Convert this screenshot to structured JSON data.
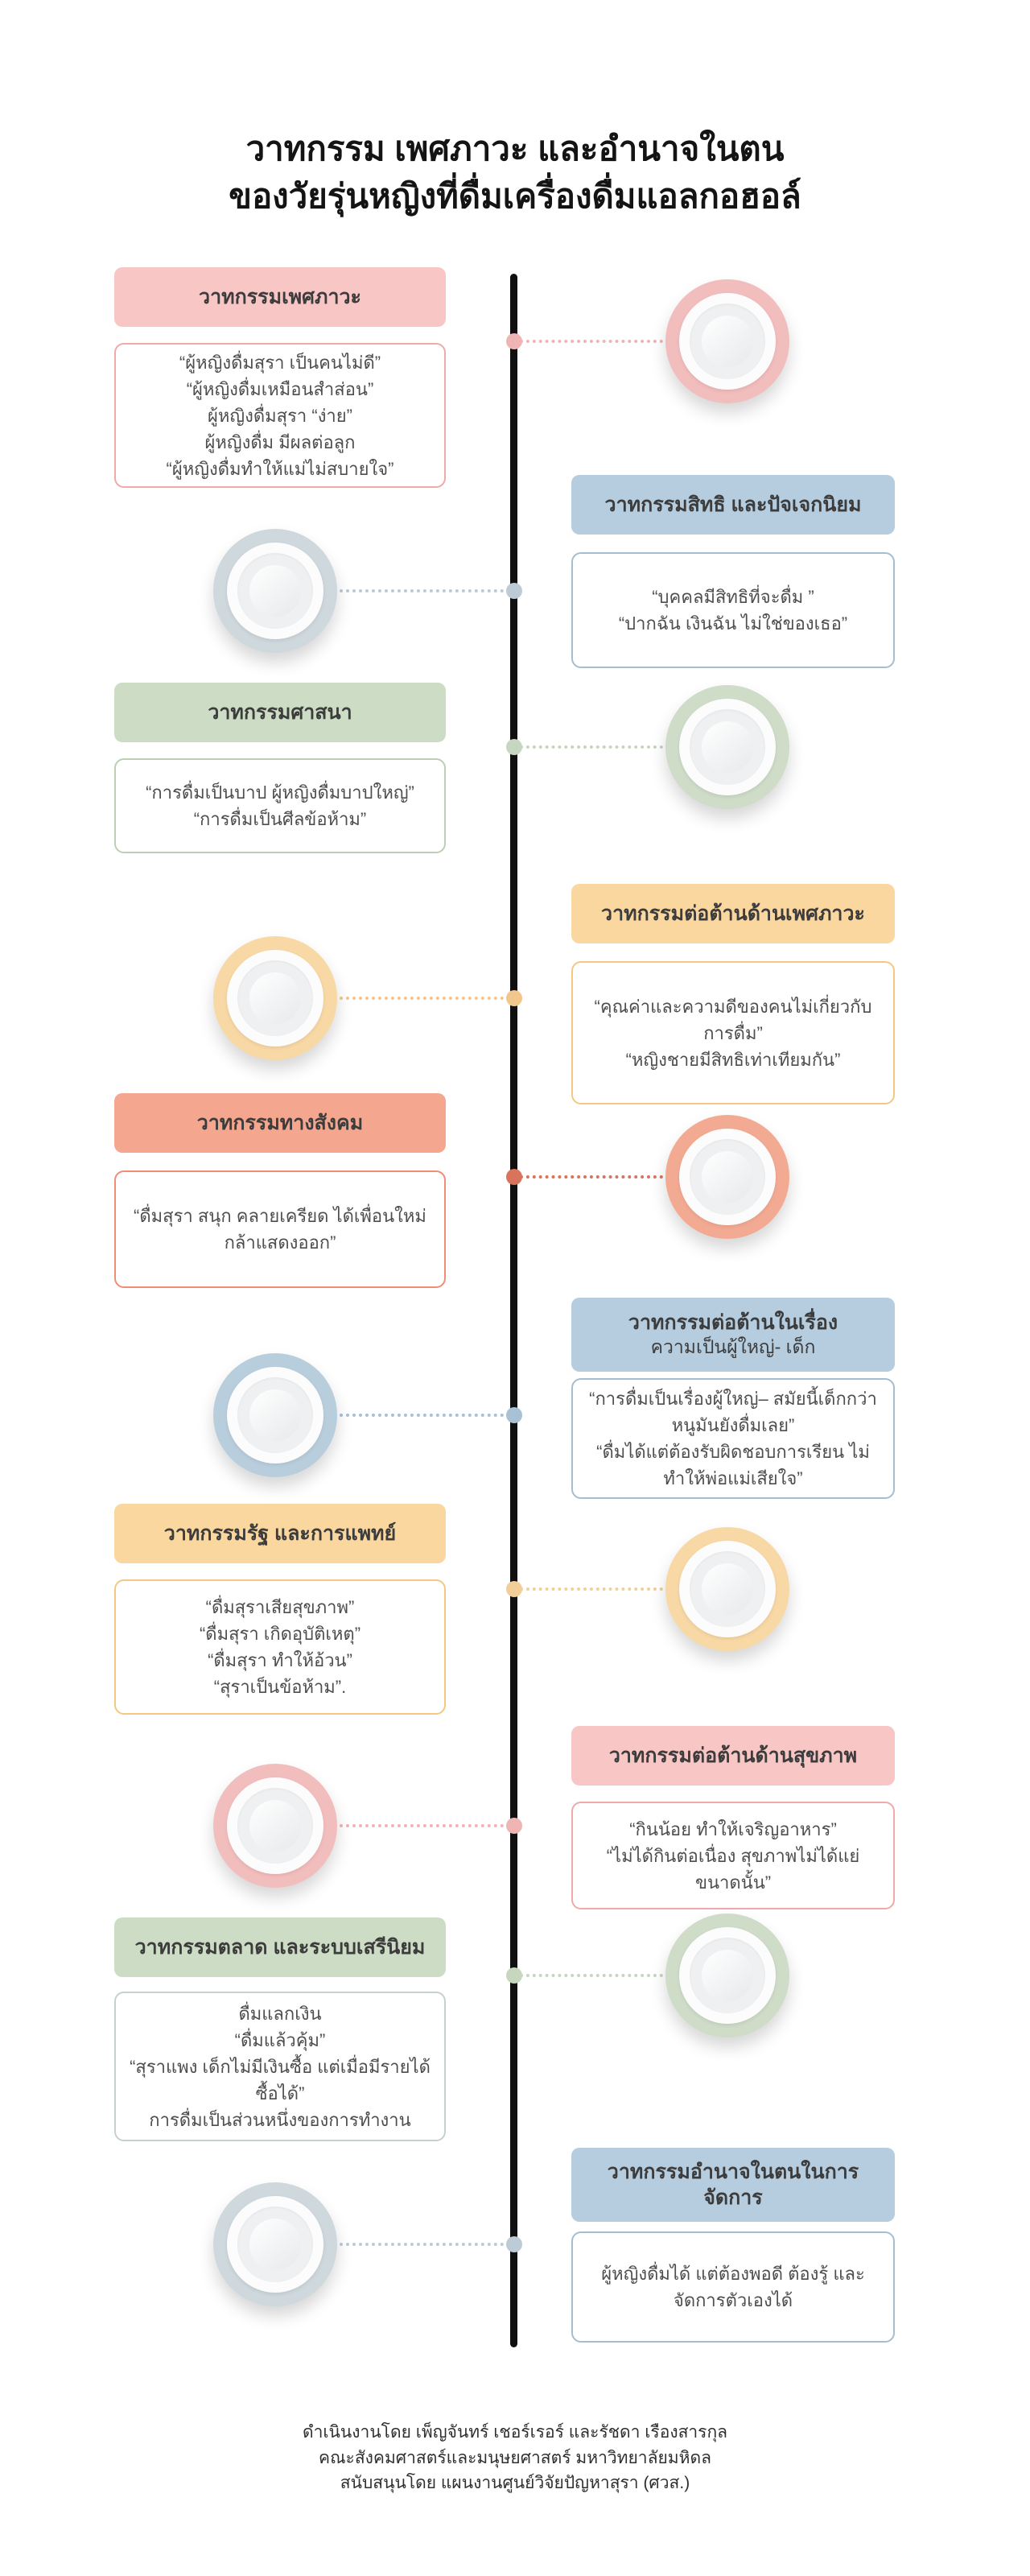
{
  "page": {
    "background": "#ffffff"
  },
  "title": {
    "line1": "วาทกรรม เพศภาวะ และอำนาจในตน",
    "line2": "ของวัยรุ่นหญิงที่ดื่มเครื่องดื่มแอลกอฮอล์"
  },
  "palette": {
    "pink": "#f9c6c6",
    "pink_border": "#f0a8a8",
    "pink_ring": "#f2bdbd",
    "blue": "#b5cddf",
    "blue_border": "#a3bed2",
    "blue_ring": "#b9cedd",
    "grayblue_ring": "#ced8dd",
    "green": "#ccdcc5",
    "green_border": "#bccfb4",
    "green_ring": "#cedcc8",
    "peach": "#fbd7a0",
    "peach_border": "#f4c881",
    "peach_ring": "#f8d8a5",
    "salmon": "#f4a68e",
    "salmon_border": "#ee8e74",
    "salmon_ring": "#f3aa92",
    "salmon_dot": "#d8745c",
    "timeline": "#101010"
  },
  "icons": {
    "plate": "plate-top-view-concentric-circles"
  },
  "items": [
    {
      "side": "left",
      "header": "วาทกรรมเพศภาวะ",
      "quotes": [
        "“ผู้หญิงดื่มสุรา เป็นคนไม่ดี”",
        "“ผู้หญิงดื่มเหมือนสำส่อน”",
        "ผู้หญิงดื่มสุรา “ง่าย”",
        "ผู้หญิงดื่ม มีผลต่อลูก",
        "“ผู้หญิงดื่มทำให้แม่ไม่สบายใจ”"
      ]
    },
    {
      "side": "right",
      "header": "วาทกรรมสิทธิ และปัจเจกนิยม",
      "quotes": [
        "“บุคคลมีสิทธิที่จะดื่ม ”",
        "“ปากฉัน เงินฉัน ไม่ใช่ของเธอ”"
      ]
    },
    {
      "side": "left",
      "header": "วาทกรรมศาสนา",
      "quotes": [
        "“การดื่มเป็นบาป ผู้หญิงดื่มบาปใหญ่”",
        "“การดื่มเป็นศีลข้อห้าม”"
      ]
    },
    {
      "side": "right",
      "header": "วาทกรรมต่อต้านด้านเพศภาวะ",
      "quotes": [
        "“คุณค่าและความดีของคนไม่เกี่ยวกับการดื่ม”",
        "“หญิงชายมีสิทธิเท่าเทียมกัน”"
      ]
    },
    {
      "side": "left",
      "header": "วาทกรรมทางสังคม",
      "quotes": [
        "“ดื่มสุรา สนุก คลายเครียด ได้เพื่อนใหม่ กล้าแสดงออก”"
      ]
    },
    {
      "side": "right",
      "header": "วาทกรรมต่อต้านในเรื่อง",
      "header2": "ความเป็นผู้ใหญ่- เด็ก",
      "quotes": [
        "“การดื่มเป็นเรื่องผู้ใหญ่– สมัยนี้เด็กกว่าหนูมันยังดื่มเลย”",
        "“ดื่มได้แต่ต้องรับผิดชอบการเรียน ไม่ทำให้พ่อแม่เสียใจ”"
      ]
    },
    {
      "side": "left",
      "header": "วาทกรรมรัฐ และการแพทย์",
      "quotes": [
        "“ดื่มสุราเสียสุขภาพ”",
        "“ดื่มสุรา เกิดอุบัติเหตุ”",
        "“ดื่มสุรา ทำให้อ้วน”",
        "“สุราเป็นข้อห้าม”."
      ]
    },
    {
      "side": "right",
      "header": "วาทกรรมต่อต้านด้านสุขภาพ",
      "quotes": [
        "“กินน้อย ทำให้เจริญอาหาร”",
        "“ไม่ได้กินต่อเนื่อง สุขภาพไม่ได้แย่ขนาดนั้น”"
      ]
    },
    {
      "side": "left",
      "header": "วาทกรรมตลาด และระบบเสรีนิยม",
      "quotes": [
        "ดื่มแลกเงิน",
        "“ดื่มแล้วคุ้ม”",
        "“สุราแพง เด็กไม่มีเงินซื้อ แต่เมื่อมีรายได้ซื้อได้”",
        "การดื่มเป็นส่วนหนึ่งของการทำงาน"
      ]
    },
    {
      "side": "right",
      "header": "วาทกรรมอำนาจในตนในการ",
      "header2": "จัดการ",
      "quotes": [
        "ผู้หญิงดื่มได้ แต่ต้องพอดี ต้องรู้ และจัดการตัวเองได้"
      ]
    }
  ],
  "footer": {
    "line1": "ดำเนินงานโดย เพ็ญจันทร์ เชอร์เรอร์ และรัชดา เรืองสารกุล",
    "line2": "คณะสังคมศาสตร์และมนุษยศาสตร์ มหาวิทยาลัยมหิดล",
    "line3": "สนับสนุนโดย แผนงานศูนย์วิจัยปัญหาสุรา (ศวส.)"
  }
}
